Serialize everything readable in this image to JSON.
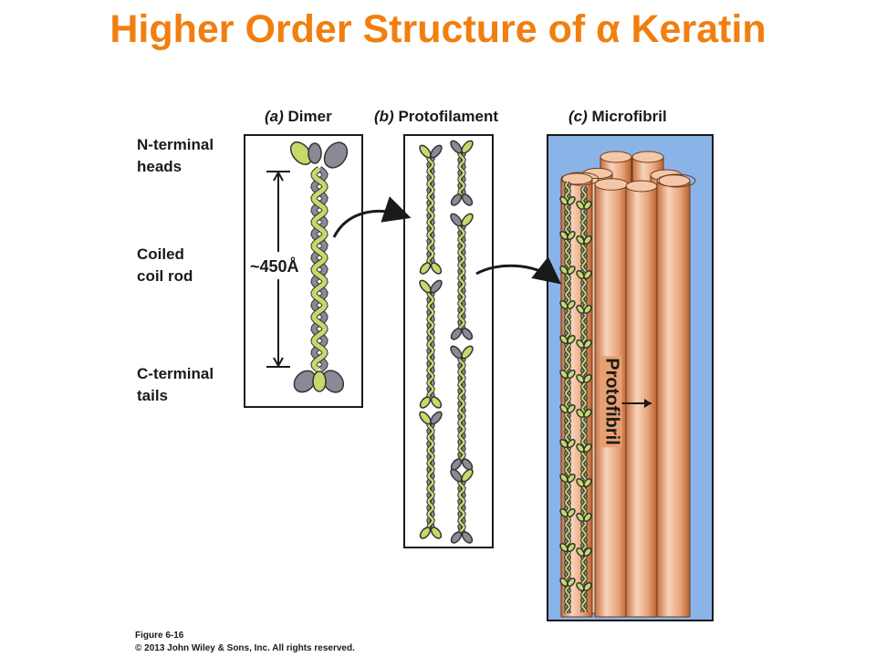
{
  "title": "Higher Order Structure of α Keratin",
  "colors": {
    "title": "#f07f0f",
    "dimer_strand_a": "#c7d96a",
    "dimer_strand_b": "#8a8a96",
    "microfibril_bg": "#8ab4e8",
    "cylinder_fill": "#e9a57a",
    "cylinder_shadow": "#c9703e",
    "cylinder_highlight": "#f7d4bc"
  },
  "panels": {
    "a": {
      "letter": "(a)",
      "name": "Dimer"
    },
    "b": {
      "letter": "(b)",
      "name": "Protofilament"
    },
    "c": {
      "letter": "(c)",
      "name": "Microfibril"
    }
  },
  "labels": {
    "n_terminal_1": "N-terminal",
    "n_terminal_2": "heads",
    "coiled_1": "Coiled",
    "coiled_2": "coil rod",
    "c_terminal_1": "C-terminal",
    "c_terminal_2": "tails",
    "length": "~450Å",
    "protofibril": "Protofibril"
  },
  "figure": {
    "number": "Figure 6-16",
    "copyright": "© 2013 John Wiley & Sons, Inc. All rights reserved."
  },
  "icons": [
    "dimer-icon",
    "protofilament-icon",
    "microfibril-icon",
    "arrow-icon"
  ]
}
